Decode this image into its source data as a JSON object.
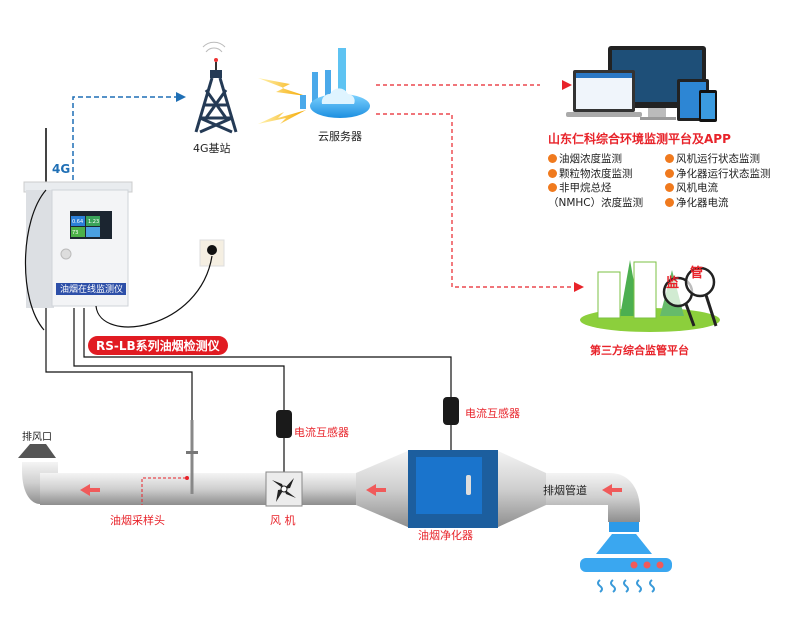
{
  "labels": {
    "signal_4g": "4G",
    "base_station": "4G基站",
    "cloud_server": "云服务器",
    "platform_title": "山东仁科综合环境监测平台及APP",
    "third_party": "第三方综合监管平台",
    "device_name": "油烟在线监测仪",
    "device_series": "RS-LB系列油烟检测仪",
    "exhaust_outlet": "排风口",
    "current_sensor_1": "电流互感器",
    "current_sensor_2": "电流互感器",
    "sampling_head": "油烟采样头",
    "fan": "风 机",
    "purifier": "油烟净化器",
    "exhaust_duct": "排烟管道",
    "supervision_char_1": "监",
    "supervision_char_2": "管"
  },
  "features_left": [
    "油烟浓度监测",
    "颗粒物浓度监测",
    "非甲烷总烃",
    "（NMHC）浓度监测"
  ],
  "features_right": [
    "风机运行状态监测",
    "净化器运行状态监测",
    "风机电流",
    "净化器电流"
  ],
  "device_screen": {
    "v1": "0.64",
    "v2": "1.23",
    "v3": "73"
  },
  "colors": {
    "accent_red": "#e8232a",
    "link_blue": "#1f6fb5",
    "dot_orange": "#f07a1e",
    "purifier_blue": "#1565c0",
    "hood_blue": "#3aa7f0"
  }
}
